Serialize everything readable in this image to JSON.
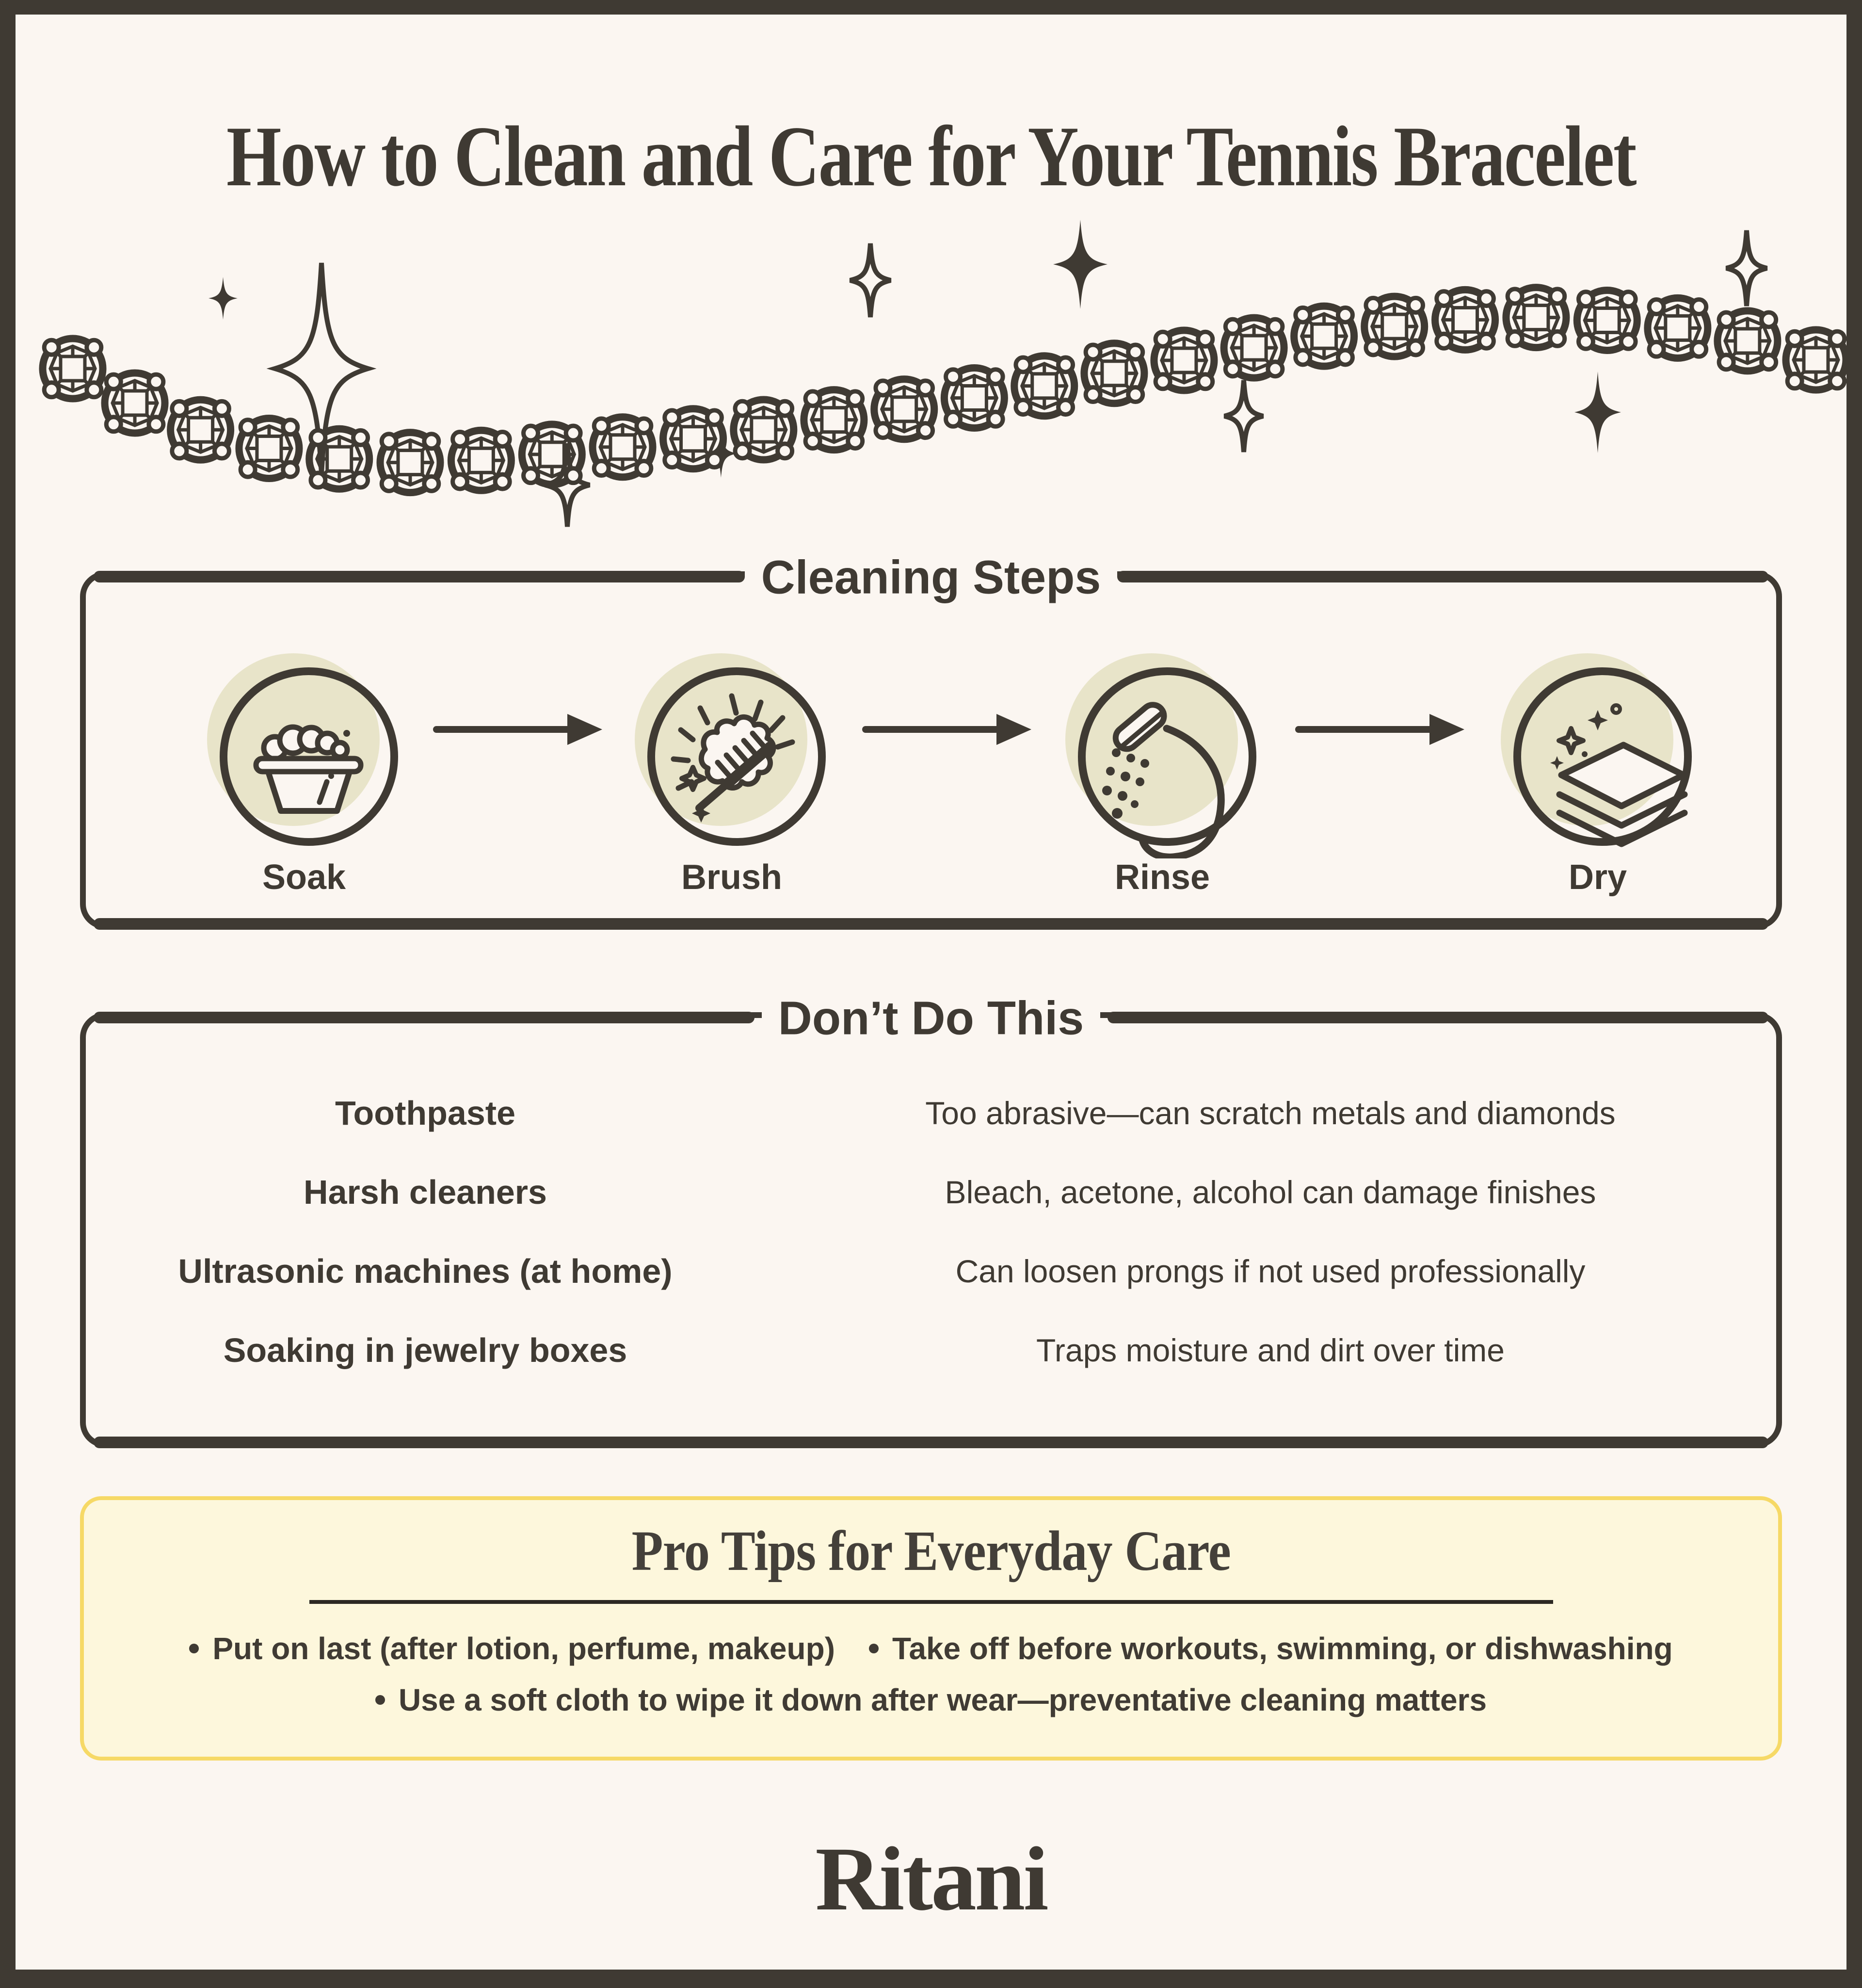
{
  "page": {
    "title": "How to Clean and Care for Your Tennis Bracelet",
    "brand": "Ritani"
  },
  "cleaning_steps": {
    "heading": "Cleaning Steps",
    "steps": [
      {
        "label": "Soak",
        "icon": "soak-basin-icon"
      },
      {
        "label": "Brush",
        "icon": "toothbrush-sparkle-icon"
      },
      {
        "label": "Rinse",
        "icon": "shower-head-icon"
      },
      {
        "label": "Dry",
        "icon": "folded-cloth-icon"
      }
    ]
  },
  "dont_do_this": {
    "heading": "Don’t Do This",
    "rows": [
      {
        "item": "Toothpaste",
        "reason": "Too abrasive—can scratch metals and diamonds"
      },
      {
        "item": "Harsh cleaners",
        "reason": "Bleach, acetone, alcohol can damage finishes"
      },
      {
        "item": "Ultrasonic machines (at home)",
        "reason": "Can loosen prongs if not used professionally"
      },
      {
        "item": "Soaking in jewelry boxes",
        "reason": "Traps moisture and dirt over time"
      }
    ]
  },
  "pro_tips": {
    "heading": "Pro Tips for Everyday Care",
    "bullets": [
      "Put on last (after lotion, perfume, makeup)",
      "Take off before workouts, swimming, or dishwashing",
      "Use a soft cloth to wipe it down after wear—preventative cleaning matters"
    ]
  },
  "colors": {
    "ink": "#3F3A33",
    "background": "#FBF6F1",
    "icon_halo": "#E8E4C9",
    "tip_box_background": "#FDF7DC",
    "tip_box_border": "#F6D966"
  }
}
